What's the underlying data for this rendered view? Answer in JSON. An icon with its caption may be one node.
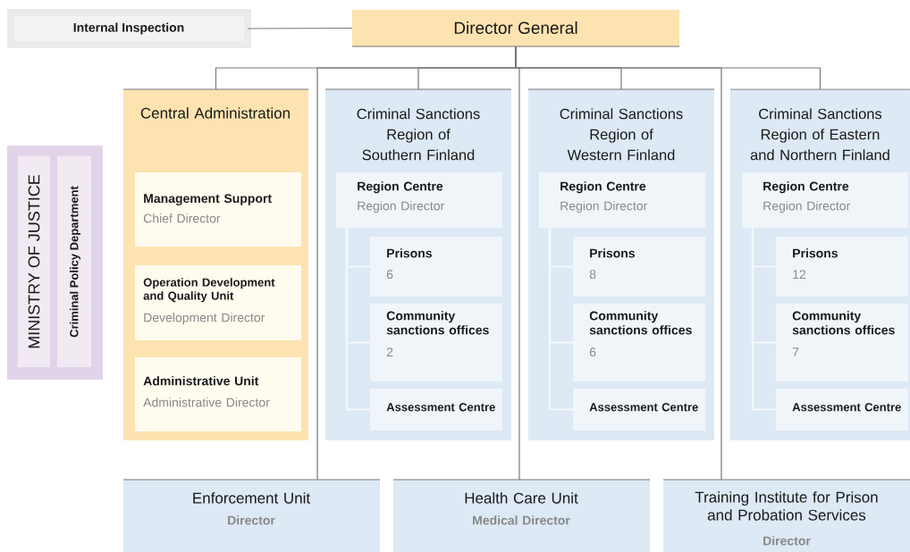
{
  "diagram": {
    "nodes": [
      {
        "text": [
          "Internal Inspection"
        ]
      },
      {
        "text": [
          "Director General"
        ]
      },
      {
        "text": [
          "Central Administration"
        ]
      },
      {
        "text": [
          "Management Support",
          "Chief Director"
        ],
        "in": 2
      },
      {
        "text": [
          "Operation Development and Quality Unit",
          "Development Director"
        ],
        "in": 2
      },
      {
        "text": [
          "Administrative Unit",
          "Administrative Director"
        ],
        "in": 2
      },
      {
        "text": [
          "Criminal Sanctions Region of Southern Finland"
        ]
      },
      {
        "text": [
          "Region Centre",
          "Region Director"
        ],
        "in": 6
      },
      {
        "text": [
          "Prisons",
          "6"
        ],
        "in": 6
      },
      {
        "text": [
          "Community sanctions offices",
          "2"
        ],
        "in": 6
      },
      {
        "text": [
          "Assessment Centre"
        ],
        "in": 6
      },
      {
        "text": [
          "Criminal Sanctions Region of Western Finland"
        ]
      },
      {
        "text": [
          "Region Centre",
          "Region Director"
        ],
        "in": 11
      },
      {
        "text": [
          "Prisons",
          "8"
        ],
        "in": 11
      },
      {
        "text": [
          "Community sanctions offices",
          "6"
        ],
        "in": 11
      },
      {
        "text": [
          "Assessment Centre"
        ],
        "in": 11
      },
      {
        "text": [
          "Criminal Sanctions Region of Eastern and Northern Finland"
        ]
      },
      {
        "text": [
          "Region Centre",
          "Region Director"
        ],
        "in": 16
      },
      {
        "text": [
          "Prisons",
          "12"
        ],
        "in": 16
      },
      {
        "text": [
          "Community sanctions offices",
          "7"
        ],
        "in": 16
      },
      {
        "text": [
          "Assessment Centre"
        ],
        "in": 16
      },
      {
        "text": [
          "Enforcement Unit",
          "Director"
        ]
      },
      {
        "text": [
          "Health Care Unit",
          "Medical Director"
        ]
      },
      {
        "text": [
          "Training Institute for Prison and Probation Services",
          "Director"
        ]
      },
      {
        "text": [],
        "shape": "box"
      },
      {
        "text": [
          "MINISTRY OF JUSTICE"
        ],
        "in": 24
      },
      {
        "text": [
          "Criminal Policy Department"
        ],
        "in": 24
      }
    ],
    "edges": [
      {
        "from": 0,
        "to": 1,
        "arrow": "none",
        "color": "#777777"
      },
      {
        "from": 1,
        "to": 2,
        "arrow": "none",
        "color": "#777777"
      },
      {
        "from": 1,
        "to": 6,
        "arrow": "none",
        "color": "#777777"
      },
      {
        "from": 1,
        "to": 11,
        "arrow": "none",
        "color": "#777777"
      },
      {
        "from": 1,
        "to": 16,
        "arrow": "none",
        "color": "#777777"
      },
      {
        "from": 1,
        "to": 21,
        "arrow": "none",
        "color": "#777777"
      },
      {
        "from": 1,
        "to": 22,
        "arrow": "none",
        "color": "#777777"
      },
      {
        "from": 1,
        "to": 23,
        "arrow": "none",
        "color": "#777777"
      },
      {
        "from": 7,
        "to": 8,
        "arrow": "none"
      },
      {
        "from": 7,
        "to": 9,
        "arrow": "none"
      },
      {
        "from": 7,
        "to": 10,
        "arrow": "none"
      },
      {
        "from": 12,
        "to": 13,
        "arrow": "none"
      },
      {
        "from": 12,
        "to": 14,
        "arrow": "none"
      },
      {
        "from": 12,
        "to": 15,
        "arrow": "none"
      },
      {
        "from": 17,
        "to": 18,
        "arrow": "none"
      },
      {
        "from": 17,
        "to": 19,
        "arrow": "none"
      },
      {
        "from": 17,
        "to": 20,
        "arrow": "none"
      }
    ]
  }
}
